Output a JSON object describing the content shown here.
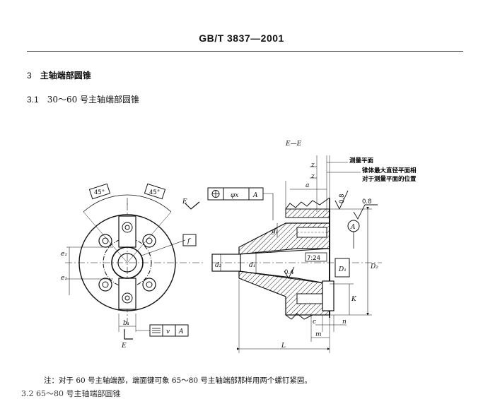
{
  "header": {
    "standard": "GB/T 3837—2001"
  },
  "sections": {
    "s3": {
      "number": "3",
      "title": "主轴端部圆锥"
    },
    "s31": {
      "number": "3.1",
      "title": "30～60 号主轴端部圆锥"
    }
  },
  "figure": {
    "section_label": "E—E",
    "notes": {
      "measure_plane": "测量平面",
      "cone_position": "锥体最大直径平面相",
      "cone_position_2": "对于测量平面的位置"
    },
    "labels": {
      "angle_a": "45°",
      "angle_b": "45°",
      "E_top": "E",
      "E_bottom": "E",
      "f": "f",
      "e1": "e₁",
      "e1b": "e₁",
      "b1": "b₁",
      "phi_x": "φx",
      "A": "A",
      "v": "v",
      "A2": "A",
      "z1": "z",
      "z2": "z",
      "a": "a",
      "g1": "g₁",
      "d2": "d₂",
      "d1": "d₁",
      "D1": "D₁",
      "D2": "D₂",
      "K": "K",
      "c": "c",
      "m": "m",
      "n": "n",
      "L": "L",
      "A_circle": "A",
      "taper": "7:24",
      "rough1": "0.8",
      "rough2": "0.8",
      "rough3": "0.4"
    }
  },
  "note": "注：对于 60 号主轴端部，端面键可象 65～80 号主轴端部那样用两个螺钉紧固。",
  "cutoff": "3.2  65～80 号主轴端部圆锥"
}
